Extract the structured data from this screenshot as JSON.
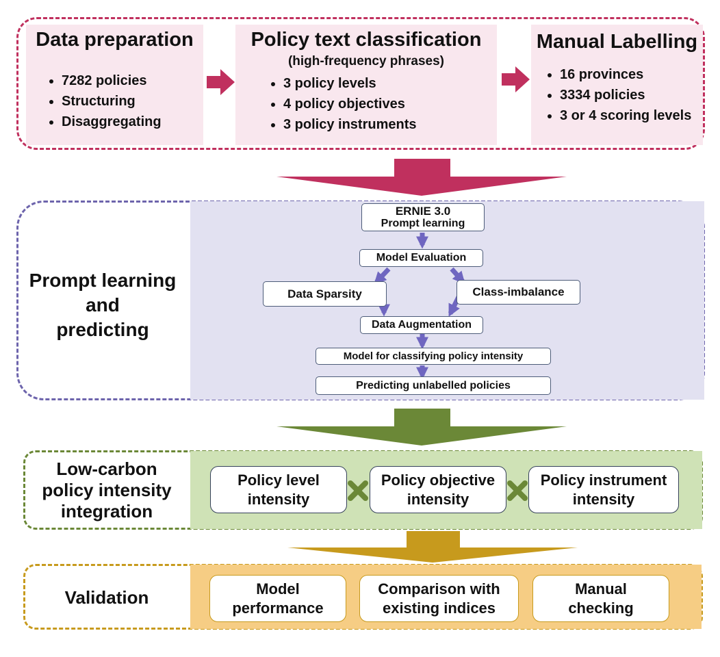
{
  "colors": {
    "stage1": "#c0305e",
    "stage2": "#6d64ac",
    "stage3": "#6b8837",
    "stage4": "#c79a1d",
    "flow_arrow": "#6f66c0"
  },
  "stage1": {
    "data_preparation": {
      "title": "Data preparation",
      "items": [
        "7282 policies",
        "Structuring",
        "Disaggregating"
      ]
    },
    "classification": {
      "title": "Policy text classification",
      "subtitle": "(high-frequency phrases)",
      "items": [
        "3 policy levels",
        "4 policy objectives",
        "3 policy instruments"
      ]
    },
    "manual_labelling": {
      "title": "Manual Labelling",
      "items": [
        "16 provinces",
        "3334 policies",
        "3 or 4 scoring levels"
      ]
    }
  },
  "stage2": {
    "label_lines": [
      "Prompt learning",
      "and",
      "predicting"
    ],
    "ernie": {
      "line1": "ERNIE 3.0",
      "line2": "Prompt learning"
    },
    "evaluation": "Model Evaluation",
    "sparsity": "Data Sparsity",
    "imbalance": "Class-imbalance",
    "augmentation": "Data Augmentation",
    "classifier": "Model for classifying policy intensity",
    "predicting": "Predicting unlabelled policies"
  },
  "stage3": {
    "label_lines": [
      "Low-carbon",
      "policy intensity",
      "integration"
    ],
    "boxes": [
      {
        "line1": "Policy level",
        "line2": "intensity"
      },
      {
        "line1": "Policy objective",
        "line2": "intensity"
      },
      {
        "line1": "Policy instrument",
        "line2": "intensity"
      }
    ]
  },
  "stage4": {
    "label": "Validation",
    "boxes": [
      {
        "line1": "Model",
        "line2": "performance"
      },
      {
        "line1": "Comparison with",
        "line2": "existing indices"
      },
      {
        "line1": "Manual",
        "line2": "checking"
      }
    ]
  }
}
